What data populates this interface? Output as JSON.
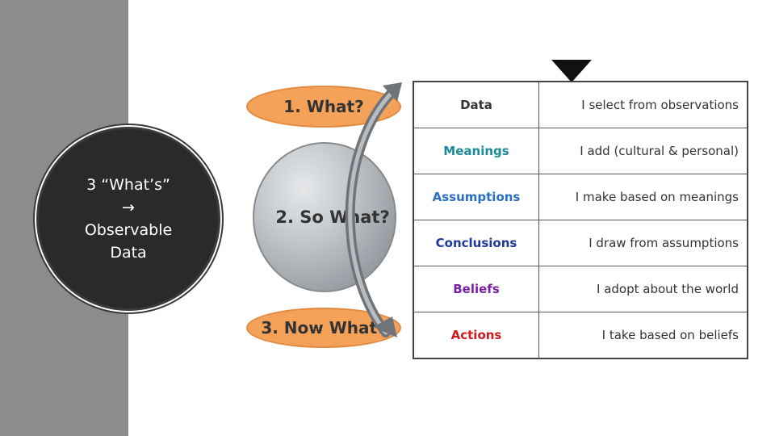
{
  "badge": {
    "line1": "3 “What’s”",
    "arrow": "→",
    "line2": "Observable",
    "line3": "Data"
  },
  "ovals": {
    "what": "1. What?",
    "so_what": "2. So What?",
    "now_what": "3. Now What?"
  },
  "ladder": [
    {
      "term": "Data",
      "desc": "I select from observations",
      "color": "#333333"
    },
    {
      "term": "Meanings",
      "desc": "I add (cultural & personal)",
      "color": "#1a8a9a"
    },
    {
      "term": "Assumptions",
      "desc": "I make based on meanings",
      "color": "#2a6fc0"
    },
    {
      "term": "Conclusions",
      "desc": "I draw from assumptions",
      "color": "#1f3a9a"
    },
    {
      "term": "Beliefs",
      "desc": "I adopt about the world",
      "color": "#7a1fa0"
    },
    {
      "term": "Actions",
      "desc": "I take based on beliefs",
      "color": "#d11a1a"
    }
  ]
}
